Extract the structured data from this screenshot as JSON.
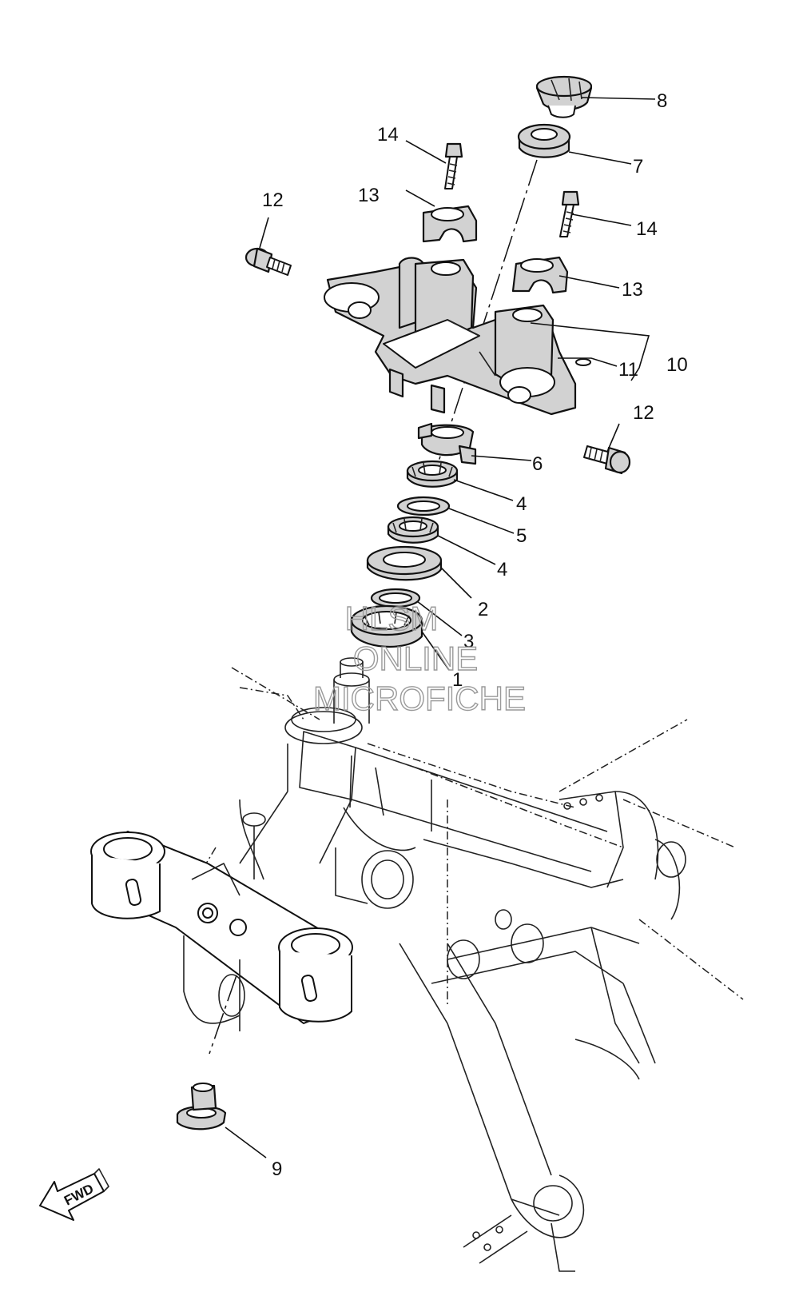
{
  "callouts": {
    "p8": "8",
    "p7": "7",
    "p14a": "14",
    "p14b": "14",
    "p12a": "12",
    "p13a": "13",
    "p13b": "13",
    "p11": "11",
    "p10": "10",
    "p12b": "12",
    "p6": "6",
    "p4a": "4",
    "p5": "5",
    "p4b": "4",
    "p2": "2",
    "p3": "3",
    "p1": "1",
    "p9": "9"
  },
  "watermark": {
    "line1": "HLSM",
    "line2": "ONLINE",
    "line3": "MICROFICHE"
  },
  "fwd_label": "FWD"
}
